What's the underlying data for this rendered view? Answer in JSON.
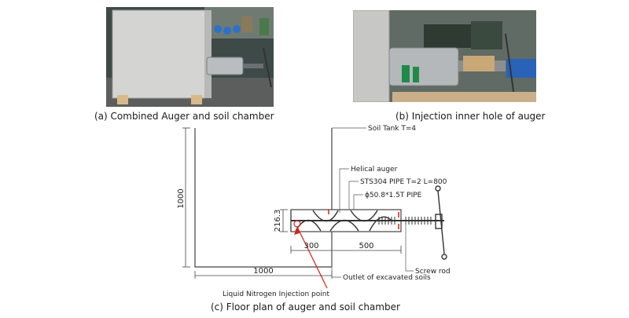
{
  "photos": {
    "a": {
      "caption": "(a) Combined Auger and soil chamber"
    },
    "b": {
      "caption": "(b) Injection inner hole of auger"
    }
  },
  "plan": {
    "caption": "(c) Floor plan of auger and soil chamber",
    "labels": {
      "soil_tank": "Soil Tank T=4",
      "helical_auger": "Helical auger",
      "pipe": "STS304 PIPE T=2 L=800",
      "pipe_dia": "ϕ50.8*1.5T PIPE",
      "screw_rod": "Screw rod",
      "outlet": "Outlet of excavated soils",
      "ln2": "Liquid Nitrogen Injection point"
    },
    "dimensions": {
      "height": "1000",
      "width": "1000",
      "auger_dia": "216.3",
      "seg1": "300",
      "seg2": "500"
    }
  }
}
